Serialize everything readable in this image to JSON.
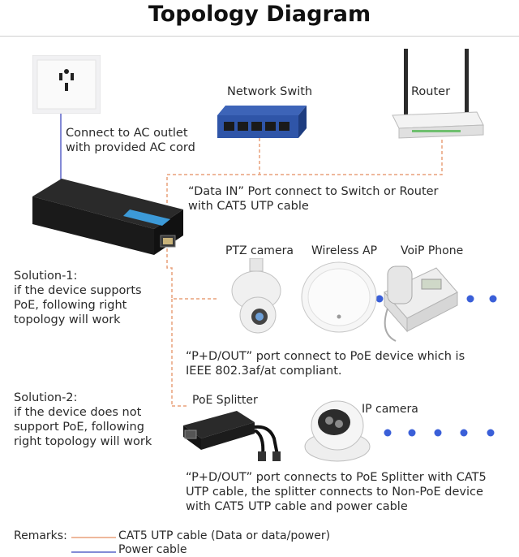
{
  "title": "Topology Diagram",
  "labels": {
    "ac_outlet": "Connect to AC outlet\nwith provided AC cord",
    "network_switch": "Network Swith",
    "router": "Router",
    "data_in": "“Data IN”  Port connect to Switch or Router\nwith CAT5 UTP cable",
    "ptz_camera": "PTZ camera",
    "wireless_ap": "Wireless AP",
    "voip_phone": "VoiP Phone",
    "solution1": "Solution-1:\nif the device supports\nPoE, following right\ntopology will work",
    "pd_out_1": "“P+D/OUT”  port connect to PoE device which is\nIEEE 802.3af/at compliant.",
    "solution2": "Solution-2:\nif the device does not\nsupport PoE, following\nright topology will work",
    "poe_splitter": "PoE Splitter",
    "ip_camera": "IP camera",
    "pd_out_2": "“P+D/OUT”  port connects to PoE Splitter with CAT5\nUTP cable, the splitter connects to Non-PoE device\nwith CAT5 UTP cable and power cable",
    "remarks": "Remarks:",
    "legend_cat5": "CAT5 UTP cable (Data or data/power)",
    "legend_power": "Power cable"
  },
  "colors": {
    "cat5_line": "#e8a07a",
    "power_line": "#5a63c8",
    "dot": "#3a5fd8"
  }
}
